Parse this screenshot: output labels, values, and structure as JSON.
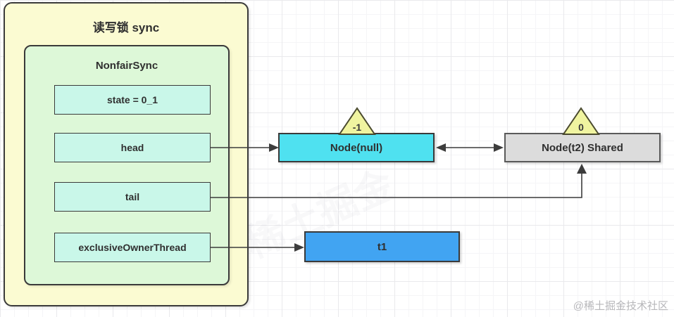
{
  "sync": {
    "title": "读写锁 sync",
    "inner": {
      "title": "NonfairSync",
      "fields": [
        {
          "label": "state = 0_1"
        },
        {
          "label": "head"
        },
        {
          "label": "tail"
        },
        {
          "label": "exclusiveOwnerThread"
        }
      ]
    }
  },
  "nodes": {
    "node_null": {
      "label": "Node(null)",
      "badge": "-1"
    },
    "node_t2": {
      "label": "Node(t2) Shared",
      "badge": "0"
    },
    "thread_t1": {
      "label": "t1"
    }
  },
  "edges": [
    {
      "from": "head",
      "to": "node_null",
      "type": "arrow"
    },
    {
      "from": "node_null",
      "to": "node_t2",
      "type": "double-arrow"
    },
    {
      "from": "tail",
      "to": "node_t2",
      "type": "arrow"
    },
    {
      "from": "exclusiveOwnerThread",
      "to": "thread_t1",
      "type": "arrow"
    }
  ],
  "watermark": {
    "corner": "@稀土掘金技术社区",
    "center": "稀土掘金"
  },
  "colors": {
    "outer_fill": "#fbfbd2",
    "inner_fill": "#ddf8d8",
    "field_fill": "#c9f7e9",
    "node_null_fill": "#4fe1f0",
    "node_t2_fill": "#dcdcdc",
    "thread_t1_fill": "#41a4f2",
    "badge_fill": "#f0f4a0",
    "stroke": "#3c3c3c"
  }
}
